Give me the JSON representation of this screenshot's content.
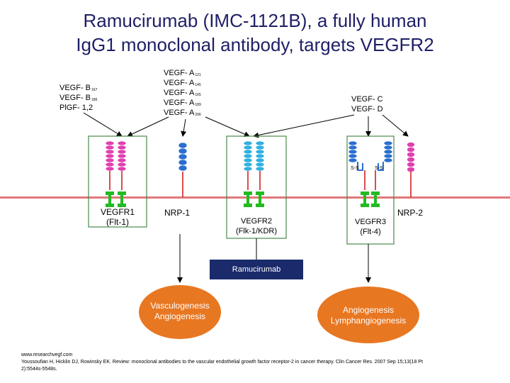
{
  "title": {
    "line1": "Ramucirumab (IMC-1121B), a fully human",
    "line2": "IgG1 monoclonal antibody,  targets VEGFR2"
  },
  "ligands_left": [
    {
      "name": "VEGF- B",
      "sub": "167"
    },
    {
      "name": "VEGF- B",
      "sub": "186"
    },
    {
      "name": "PlGF- 1,2",
      "sub": ""
    }
  ],
  "ligands_center": [
    {
      "name": "VEGF- A",
      "sub": "121"
    },
    {
      "name": "VEGF- A",
      "sub": "145"
    },
    {
      "name": "VEGF- A",
      "sub": "165"
    },
    {
      "name": "VEGF- A",
      "sub": "189"
    },
    {
      "name": "VEGF- A",
      "sub": "206"
    }
  ],
  "ligands_right": [
    "VEGF- C",
    "VEGF- D"
  ],
  "receptors": {
    "vegfr1": {
      "line1": "VEGFR1",
      "line2": "(Flt-1)"
    },
    "nrp1": "NRP-1",
    "vegfr2": {
      "line1": "VEGFR2",
      "line2": "(Flk-1/KDR)"
    },
    "vegfr3": {
      "line1": "VEGFR3",
      "line2": "(Flt-4)"
    },
    "nrp2": "NRP-2"
  },
  "disulfide_labels": [
    "S-S",
    "S-S"
  ],
  "drug": "Ramucirumab",
  "outcomes": {
    "left": {
      "line1": "Vasculogenesis",
      "line2": "Angiogenesis"
    },
    "right": {
      "line1": "Angiogenesis",
      "line2": "Lymphangiogenesis"
    }
  },
  "reference": {
    "line1": "www.researchvegf.com",
    "line2": "Youssoufian H, Hicklin DJ, Rowinsky EK. Review: monoclonal antibodies to the vascular endothelial growth factor receptor-2 in cancer therapy. Clin Cancer Res. 2007 Sep 15;13(18 Pt",
    "line3": "2):5544s-5548s."
  },
  "colors": {
    "title": "#1f1f66",
    "membrane": "#e07878",
    "magenta_domain": "#e040b0",
    "blue_domain": "#2a6fcf",
    "cyan_domain": "#30b0e0",
    "kinase": "#22bb22",
    "drug_bg": "#1a2a6b",
    "outcome_fill": "#e87722",
    "receptor_box": "#4a8a4a",
    "stem": "#d02020"
  },
  "icons": [
    "arrow-icon"
  ]
}
